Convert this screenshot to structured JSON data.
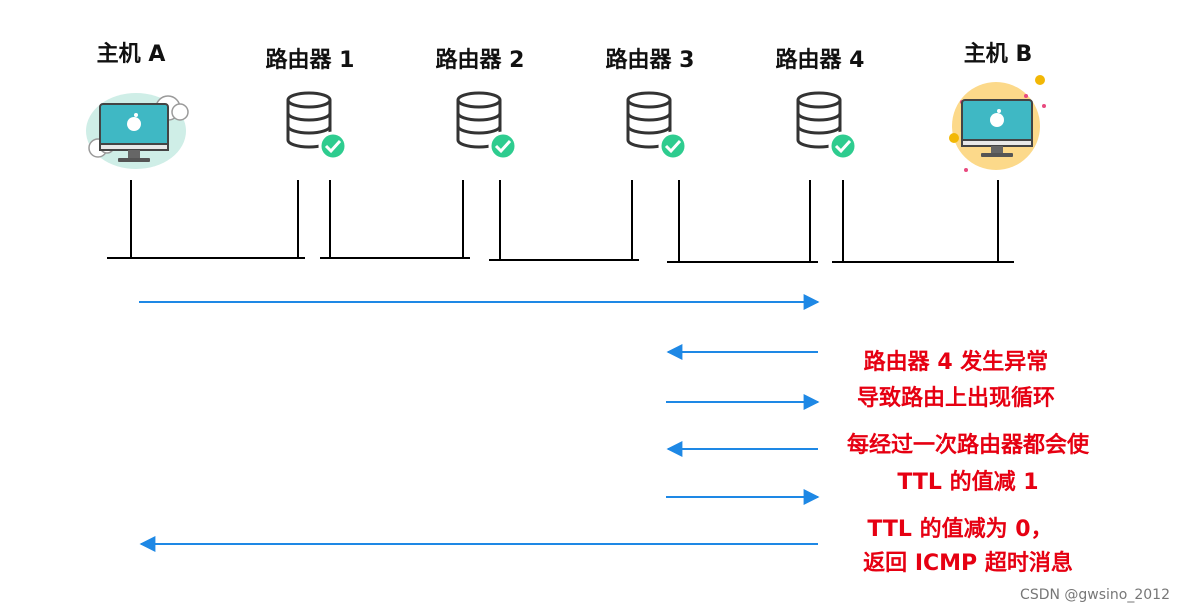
{
  "nodes": [
    {
      "id": "host-a",
      "label": "主机 A"
    },
    {
      "id": "router-1",
      "label": "路由器 1"
    },
    {
      "id": "router-2",
      "label": "路由器 2"
    },
    {
      "id": "router-3",
      "label": "路由器 3"
    },
    {
      "id": "router-4",
      "label": "路由器 4"
    },
    {
      "id": "host-b",
      "label": "主机 B"
    }
  ],
  "notes": [
    "路由器 4 发生异常",
    "导致路由上出现循环",
    "每经过一次路由器都会使",
    "TTL 的值减 1",
    "TTL 的值减为 0，",
    "返回 ICMP 超时消息"
  ],
  "watermark": "CSDN @gwsino_2012",
  "colors": {
    "arrow": "#1e88e5",
    "note": "#e60012",
    "check": "#2ecc8f",
    "line": "#000000"
  }
}
